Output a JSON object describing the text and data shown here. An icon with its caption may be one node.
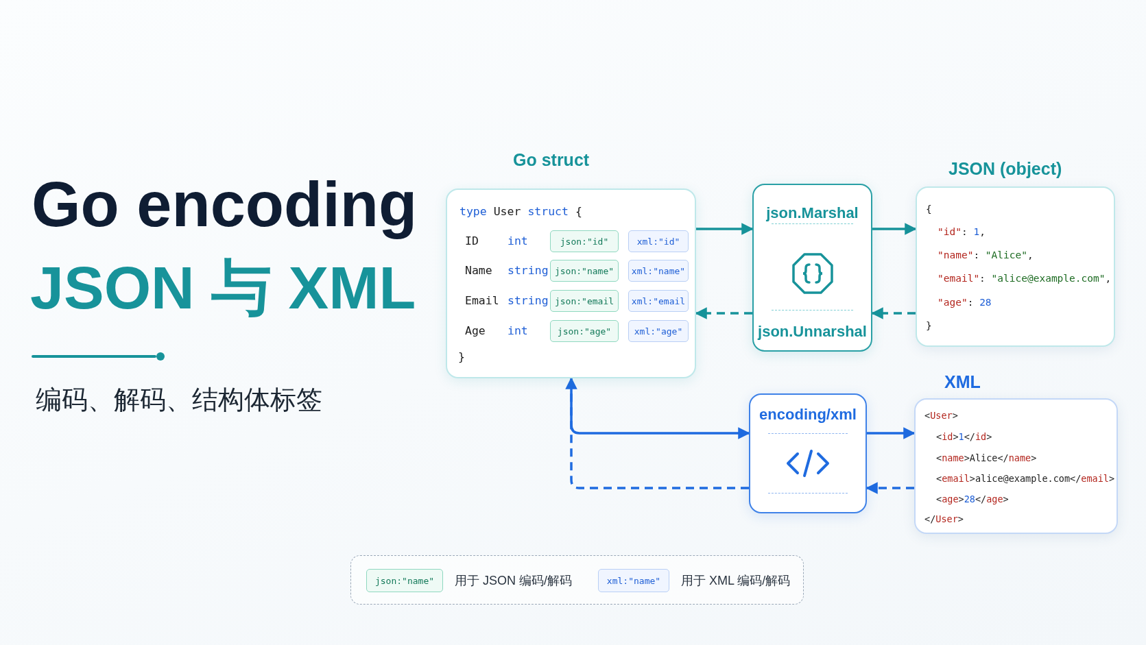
{
  "diagram": {
    "title": "Go encoding",
    "nodes": [
      {
        "text": [
          "Go struct",
          "type User struct {",
          "ID int",
          "Name string",
          "Email string",
          "Age int",
          "}"
        ]
      },
      {
        "text": [
          "json:\"id\""
        ],
        "in": 0
      },
      {
        "text": [
          "xml:\"id\""
        ],
        "in": 0
      },
      {
        "text": [
          "json:\"name\""
        ],
        "in": 0
      },
      {
        "text": [
          "xml:\"name\""
        ],
        "in": 0
      },
      {
        "text": [
          "json:\"email"
        ],
        "in": 0
      },
      {
        "text": [
          "xml:\"email"
        ],
        "in": 0
      },
      {
        "text": [
          "json:\"age\""
        ],
        "in": 0
      },
      {
        "text": [
          "xml:\"age\""
        ],
        "in": 0
      },
      {
        "text": [
          "json.Marshal",
          "json.Unnarshal"
        ]
      },
      {
        "text": [
          "JSON (object)",
          "{",
          "\"id\": 1,",
          "\"name\": \"Alice\",",
          "\"email\": \"alice@example.com\",",
          "\"age\": 28",
          "}"
        ]
      },
      {
        "text": [
          "encoding/xml"
        ]
      },
      {
        "text": [
          "XML",
          "<User>",
          "<id>1</id>",
          "<name>Alice</name>",
          "<email>alice@example.com</email>",
          "<age>28</age>",
          "</User>"
        ]
      },
      {
        "text": [],
        "shape": "box"
      },
      {
        "text": [
          "json:\"name\""
        ],
        "in": 13,
        "beside": [
          "用于 JSON 编码/解码"
        ]
      },
      {
        "text": [
          "xml:\"name\""
        ],
        "in": 13,
        "beside": [
          "用于 XML 编码/解码"
        ]
      }
    ],
    "edges": [
      {
        "from": 0,
        "to": 9,
        "arrow": "to"
      },
      {
        "from": 9,
        "to": 10,
        "arrow": "to"
      },
      {
        "from": 10,
        "to": 9,
        "arrow": "to",
        "style": "dashed"
      },
      {
        "from": 9,
        "to": 0,
        "arrow": "to",
        "style": "dashed"
      },
      {
        "from": 0,
        "to": 11,
        "arrow": "to",
        "color": "#1f6be0"
      },
      {
        "from": 11,
        "to": 12,
        "arrow": "to",
        "color": "#1f6be0"
      },
      {
        "from": 12,
        "to": 11,
        "arrow": "to",
        "style": "dashed",
        "color": "#1f6be0"
      },
      {
        "from": 11,
        "to": 0,
        "arrow": "to",
        "style": "dashed",
        "color": "#1f6be0"
      }
    ],
    "labels": [
      "JSON 与 XML",
      "编码、解码、结构体标签"
    ]
  }
}
